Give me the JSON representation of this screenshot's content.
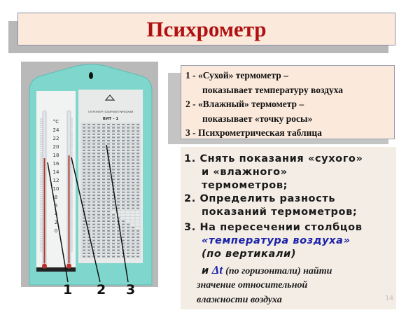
{
  "title": "Психрометр",
  "legend": {
    "items": [
      {
        "number": "1",
        "line1": "1 - «Сухой» термометр –",
        "line2": "показывает температуру воздуха"
      },
      {
        "number": "2",
        "line1": "2 - «Влажный» термометр –",
        "line2": "показывает «точку росы»"
      },
      {
        "number": "3",
        "line1": "3 - Психрометрическая таблица"
      }
    ]
  },
  "steps": {
    "s1_a": "1. Снять показания «сухого»",
    "s1_b": "и «влажного»",
    "s1_c": "термометров;",
    "s2_a": "2. Определить разность",
    "s2_b": "показаний термометров;",
    "s3_a": "3. На пересечении столбцов",
    "s3_b": "«температура воздуха»",
    "s3_c": "(по вертикали)",
    "s3_d_and": "и",
    "s3_d_delta": "Δt",
    "s3_d_rest": "(по горизонтали) найти",
    "s3_e": "значение относительной",
    "s3_f": "влажности воздуха"
  },
  "page_number": "14",
  "photo": {
    "callouts": [
      "1",
      "2",
      "3"
    ],
    "scale_unit": "°C",
    "scale": [
      "24",
      "22",
      "20",
      "18",
      "16",
      "14",
      "12",
      "10",
      "8",
      "6",
      "4",
      "2",
      "0"
    ],
    "table_caption": "ГИГРОМЕТР ПСИХРОМЕТРИЧЕСКИЙ",
    "model": "ВИТ - 1",
    "colors": {
      "plate": "#7fd6cc",
      "background": "#b9b9b9"
    }
  },
  "colors": {
    "title": "#b01010",
    "box": "#fbe9dc",
    "highlight": "#1a22a8"
  }
}
